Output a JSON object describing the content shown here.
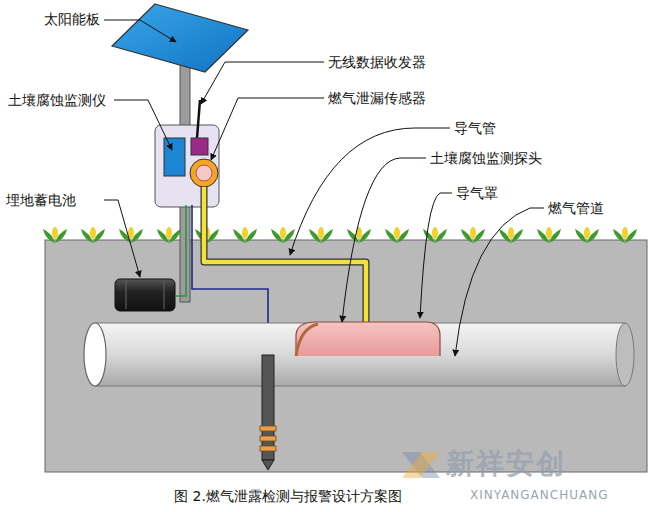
{
  "diagram": {
    "caption": "图 2.燃气泄露检测与报警设计方案图",
    "labels": [
      "太阳能板",
      "无线数据收发器",
      "燃气泄漏传感器",
      "土壤腐蚀监测仪",
      "导气管",
      "土壤腐蚀监测探头",
      "埋地蓄电池",
      "导气罩",
      "燃气管道",
      "新祥安创",
      "XINYANGANCHUANG"
    ]
  }
}
